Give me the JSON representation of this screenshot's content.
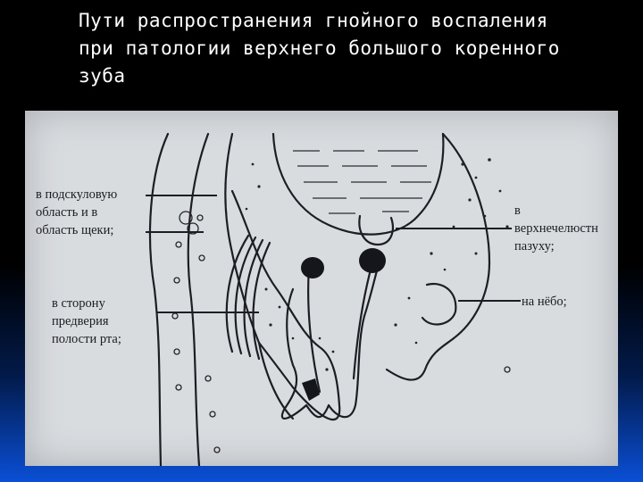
{
  "title": {
    "lines": [
      "Пути распространения гнойного воспаления",
      "при патологии верхнего большого коренного",
      "зуба"
    ]
  },
  "diagram": {
    "labels": {
      "left_top": [
        "в подскуловую",
        "область и в",
        "область щеки;"
      ],
      "left_bottom": [
        "в сторону",
        "предверия",
        "полости рта;"
      ],
      "right_top": [
        "в",
        "верхнечелюстн",
        "пазуху;"
      ],
      "right_bottom": "на нёбо;"
    }
  },
  "colors": {
    "background_top": "#000000",
    "background_bottom": "#0a4fd6",
    "title_text": "#ffffff",
    "figure_bg": "#d9dcdf",
    "ink": "#1b1c22"
  }
}
